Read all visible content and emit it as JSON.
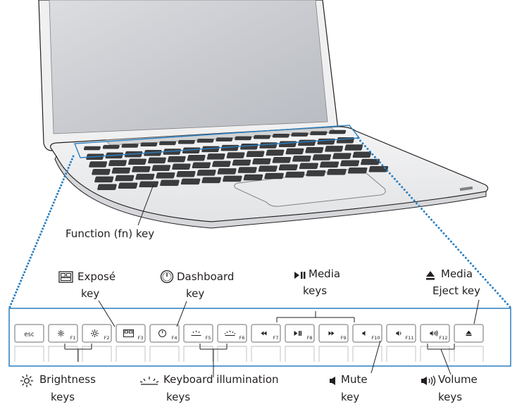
{
  "callouts": {
    "fn_key": "Function (fn) key",
    "expose_line1": "Exposé",
    "expose_line2": "key",
    "dashboard_line1": "Dashboard",
    "dashboard_line2": "key",
    "media_line1": "Media",
    "media_line2": "keys",
    "eject_line1": "Media",
    "eject_line2": "Eject key",
    "brightness_line1": "Brightness",
    "brightness_line2": "keys",
    "kbd_illum_line1": "Keyboard illumination",
    "kbd_illum_line2": "keys",
    "mute_line1": "Mute",
    "mute_line2": "key",
    "volume_line1": "Volume",
    "volume_line2": "keys"
  },
  "function_row": {
    "keys": [
      {
        "label": "esc",
        "fn": "",
        "icon": "esc-text"
      },
      {
        "label": "",
        "fn": "F1",
        "icon": "brightness-down-icon"
      },
      {
        "label": "",
        "fn": "F2",
        "icon": "brightness-up-icon"
      },
      {
        "label": "",
        "fn": "F3",
        "icon": "expose-icon"
      },
      {
        "label": "",
        "fn": "F4",
        "icon": "dashboard-icon"
      },
      {
        "label": "",
        "fn": "F5",
        "icon": "keyboard-light-down-icon"
      },
      {
        "label": "",
        "fn": "F6",
        "icon": "keyboard-light-up-icon"
      },
      {
        "label": "",
        "fn": "F7",
        "icon": "rewind-icon"
      },
      {
        "label": "",
        "fn": "F8",
        "icon": "play-pause-icon"
      },
      {
        "label": "",
        "fn": "F9",
        "icon": "fast-forward-icon"
      },
      {
        "label": "",
        "fn": "F10",
        "icon": "mute-icon"
      },
      {
        "label": "",
        "fn": "F11",
        "icon": "volume-down-icon"
      },
      {
        "label": "",
        "fn": "F12",
        "icon": "volume-up-icon"
      },
      {
        "label": "",
        "fn": "",
        "icon": "eject-icon"
      }
    ]
  },
  "colors": {
    "highlight": "#2a7fc1",
    "line": "#231f20",
    "key_border": "#6d6e71"
  }
}
